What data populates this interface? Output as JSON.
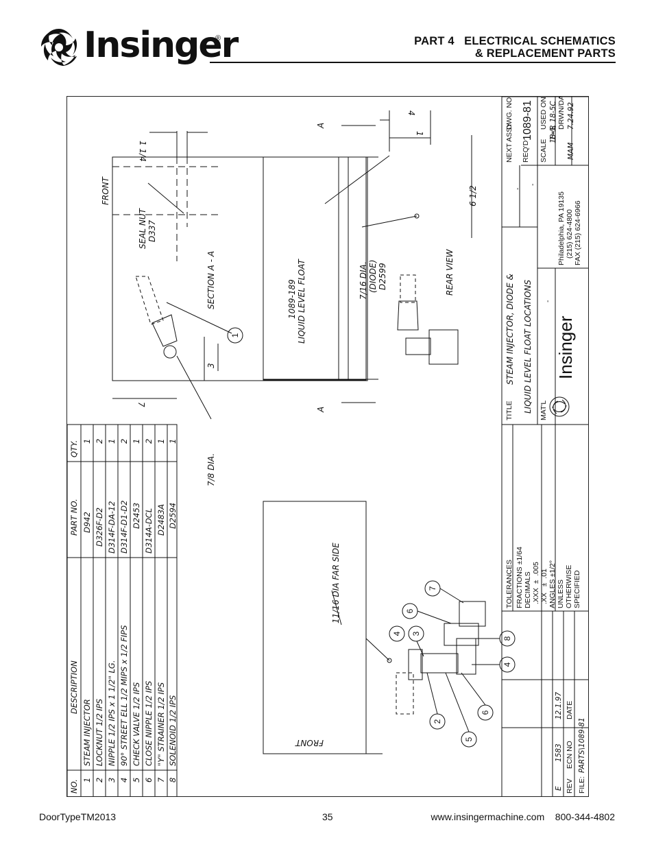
{
  "header": {
    "brand": "Insinger",
    "registered_mark": "®",
    "part_line1": "PART 4   ELECTRICAL SCHEMATICS",
    "part_line2": "& REPLACEMENT PARTS"
  },
  "parts_table": {
    "headers": {
      "no": "NO.",
      "description": "DESCRIPTION",
      "part_no": "PART NO.",
      "qty": "QTY."
    },
    "rows": [
      {
        "no": "1",
        "description": "STEAM INJECTOR",
        "part_no": "D942",
        "qty": "1"
      },
      {
        "no": "2",
        "description": "LOCKNUT 1/2 IPS",
        "part_no": "D326F-D2",
        "qty": "2"
      },
      {
        "no": "3",
        "description": "NIPPLE 1/2 IPS x 1 1/2\" LG.",
        "part_no": "D314F-DA-12",
        "qty": "1"
      },
      {
        "no": "4",
        "description": "90° STREET ELL 1/2 MIPS x 1/2 FIPS",
        "part_no": "D314F-D1-D2",
        "qty": "2"
      },
      {
        "no": "5",
        "description": "CHECK VALVE 1/2 IPS",
        "part_no": "D2453",
        "qty": "1"
      },
      {
        "no": "6",
        "description": "CLOSE NIPPLE 1/2 IPS",
        "part_no": "D314A-DCL",
        "qty": "2"
      },
      {
        "no": "7",
        "description": "\"Y\" STRAINER 1/2 IPS",
        "part_no": "D2483A",
        "qty": "1"
      },
      {
        "no": "8",
        "description": "SOLENOID 1/2 IPS",
        "part_no": "D2594",
        "qty": "1"
      }
    ]
  },
  "drawing_labels": {
    "front_top": "FRONT",
    "front_bottom": "FRONT",
    "seal_nut": "SEAL NUT",
    "seal_nut_part": "D337",
    "section": "SECTION A - A",
    "dim_quarter": "1 1/4",
    "dim_3": "3",
    "dim_7": "7",
    "dim_1": "1",
    "dim_4": "4",
    "dim_6_half": "6 1/2",
    "section_marker_a": "A",
    "seven_eighths_dia": "7/8 DIA.",
    "float_part": "1089-189",
    "float_label": "LIQUID LEVEL FLOAT",
    "diode_dia": "7/16 DIA.",
    "diode_label": "(DIODE)",
    "diode_part": "D2599",
    "rear_view": "REAR VIEW",
    "far_side": "11/16 DIA FAR SIDE"
  },
  "balloons": [
    "1",
    "2",
    "3",
    "4",
    "5",
    "6",
    "7",
    "8"
  ],
  "title_block": {
    "tolerances_title": "TOLERANCES",
    "fractions": "FRACTIONS ±1/64",
    "decimals": "DECIMALS",
    "xxx": ".XXX  ±  .005",
    "xx": ".XX   ±  .01",
    "angles": "ANGLES ±1/2°",
    "unless": "UNLESS",
    "otherwise": "OTHERWISE",
    "specified": "SPECIFIED",
    "rev_label": "REV",
    "rev_value": "E",
    "ecn_label": "ECN NO",
    "ecn_value": "1583",
    "date_label": "DATE",
    "date_value": "12.1.97",
    "file_label": "FILE:",
    "file_value": "PARTS\\1089-81",
    "title_label": "TITLE",
    "title_line1": "STEAM INJECTOR, DIODE &",
    "title_line2": "LIQUID LEVEL FLOAT LOCATIONS",
    "matl_label": "MAT'L",
    "matl_value": "-",
    "next_assy_label": "NEXT ASSY",
    "next_assy_value": "-",
    "reqd_label": "REQ'D",
    "reqd_value": "-",
    "scale_label": "SCALE",
    "scale_value": "1=8",
    "dwg_no_label": "DWG. NO.",
    "dwg_no_value": "1089-81",
    "used_on_label": "USED ON",
    "used_on_value": "18-5, 18-5C",
    "drwn_label": "DRWN/DATE",
    "drwn_by": "MAM",
    "drwn_date": "7.24.92",
    "company": "Insinger",
    "address": "Philadelphia,  PA 19135",
    "phone": "(215)  624-4800",
    "fax": "FAX (215)  624-6966"
  },
  "footer": {
    "left": "DoorTypeTM2013",
    "page": "35",
    "right": "www.insingermachine.com    800-344-4802"
  }
}
